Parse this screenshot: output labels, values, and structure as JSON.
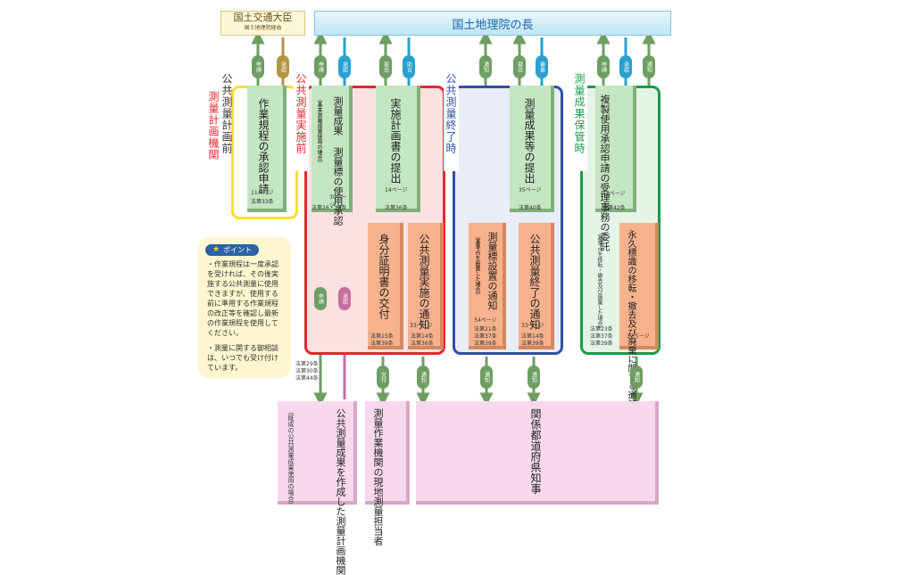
{
  "top": {
    "mlit_title": "国土交通大臣",
    "mlit_sub": "国土地理院経由",
    "gsi_head": "国土地理院の長"
  },
  "groups": {
    "before_plan": {
      "l1": "公共測量計画前",
      "l2": "測量計画機関"
    },
    "implementation": "公共測量実施前",
    "completion": "公共測量終了時",
    "storage": "測量成果保管時"
  },
  "boxes": {
    "rule_approval": {
      "title": "作業規程の承認申請",
      "page": "11ページ",
      "law": "法第33条"
    },
    "results_use": {
      "title": "測量成果 測量標の使用承認",
      "note": "（基本測量成果使用の場合）",
      "page": "30ページ",
      "law": "法第26・30条"
    },
    "plan_submit": {
      "title": "実施計画書の提出",
      "page": "14ページ",
      "law": "法第36条"
    },
    "results_submit": {
      "title": "測量成果等の提出",
      "page": "35ページ",
      "law": "法第40条"
    },
    "copy_entrust": {
      "title": "複製使用承認申請の受理事務の委託",
      "page": "51ページ",
      "law": "法第42条"
    },
    "id_cert": {
      "title": "身分証明書の交付",
      "law1": "法第15条",
      "law2": "法第39条"
    },
    "impl_notice": {
      "title": "公共測量実施の通知",
      "page": "33ページ",
      "law1": "法第14条",
      "law2": "法第36条"
    },
    "marker_notice": {
      "title": "測量標設置の通知",
      "note": "（基準点を設置した場合）",
      "page": "34ページ",
      "law1": "法第21条",
      "law2": "法第37条",
      "law3": "法第39条"
    },
    "end_notice": {
      "title": "公共測量終了の通知",
      "page": "33ページ",
      "law1": "法第14条",
      "law2": "法第39条"
    },
    "permanent": {
      "title": "永久標識の移転・撤去及び廃棄に関する通知",
      "note": "（基準点を移転・撤去及び廃棄した場合）",
      "page": "37ページ",
      "law1": "法第23条",
      "law2": "法第37条",
      "law3": "法第39条"
    },
    "laws_left": {
      "l1": "法第29条",
      "l2": "法第30条",
      "l3": "法第44条"
    }
  },
  "bottom": {
    "prev_org": "公共測量成果を作成した測量計画機関",
    "prev_note": "（既成の公共測量成果使用の場合）",
    "field": "測量作業機関の現地測量担当者",
    "pref": "関係都道府県知事"
  },
  "pills": {
    "apply": "申請",
    "approve": "承認",
    "submit": "提出",
    "advice": "助言",
    "notice": "通知",
    "review": "審査",
    "issue": "交付"
  },
  "point": {
    "tag": "ポイント",
    "p1": "・作業規程は一度承認を受ければ、その後実施する公共測量に使用できますが、使用する前に準用する作業規程の改正等を確認し最新の作業規程を使用してください。",
    "p2": "・測量に関する御相談は、いつでも受け付けています。"
  },
  "colors": {
    "green": "#7fb07a",
    "orange": "#f6b18d",
    "pink": "#f7d8ec",
    "blue": "#2aa0cf",
    "red": "#e8252f",
    "navy": "#2e4fa3",
    "yellow": "#f3e12c",
    "emerald": "#1a9a4a"
  }
}
